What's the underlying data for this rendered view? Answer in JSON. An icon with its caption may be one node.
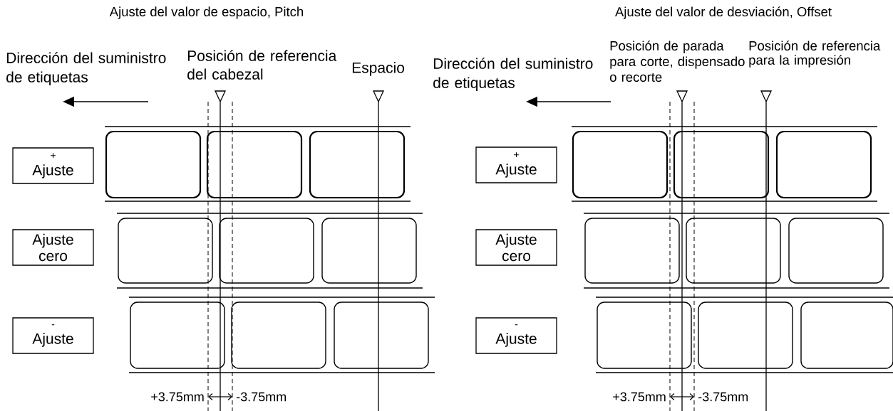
{
  "diagram": {
    "nodes": [
      {
        "text": [
          "+",
          "Ajuste"
        ]
      },
      {
        "text": [
          "Ajuste cero"
        ]
      },
      {
        "text": [
          "-",
          "Ajuste"
        ]
      },
      {
        "text": [
          "+",
          "Ajuste"
        ]
      },
      {
        "text": [
          "Ajuste cero"
        ]
      },
      {
        "text": [
          "-",
          "Ajuste"
        ]
      }
    ],
    "labels": [
      "Ajuste del valor de espacio, Pitch",
      "Dirección del suministro de etiquetas",
      "Posición de referencia del cabezal",
      "Espacio",
      "+3.75mm",
      "-3.75mm",
      "Ajuste del valor de desviación, Offset",
      "Dirección del suministro de etiquetas",
      "Posición de parada para corte, dispensado o recorte",
      "Posición de referencia para la impresión",
      "+3.75mm",
      "-3.75mm"
    ]
  }
}
